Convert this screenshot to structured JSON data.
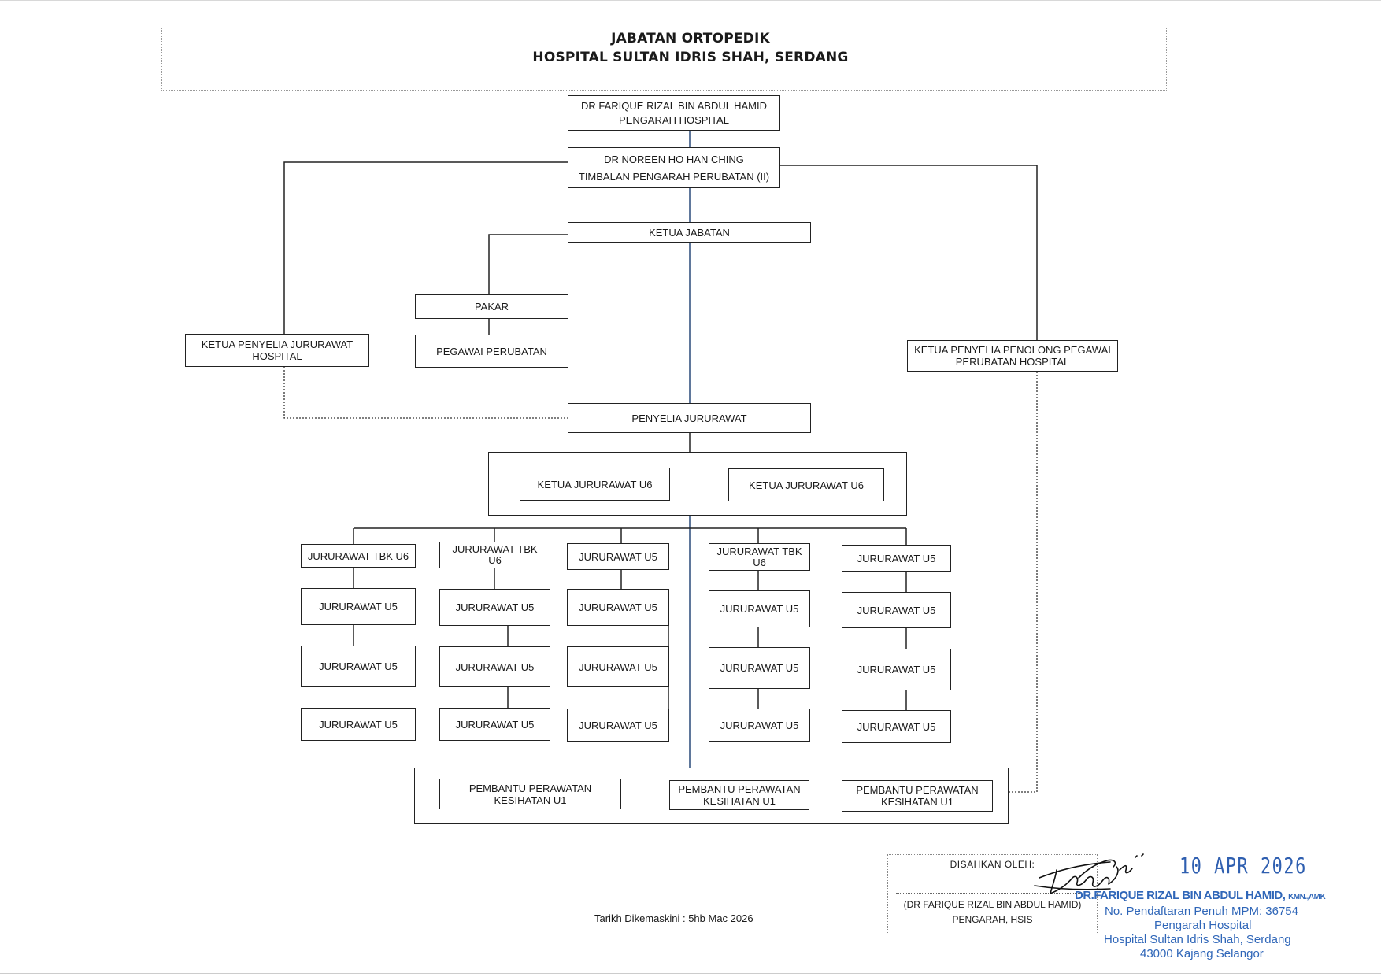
{
  "header": {
    "line1": "JABATAN ORTOPEDIK",
    "line2": "HOSPITAL SULTAN IDRIS SHAH, SERDANG"
  },
  "org": {
    "director": {
      "name": "DR FARIQUE RIZAL BIN ABDUL HAMID",
      "title": "PENGARAH HOSPITAL"
    },
    "deputy": {
      "name": "DR NOREEN HO HAN CHING",
      "title": "TIMBALAN PENGARAH PERUBATAN (II)"
    },
    "head": "KETUA JABATAN",
    "specialist": "PAKAR",
    "medical_officer": "PEGAWAI PERUBATAN",
    "nursing_supervisor_head": {
      "line1": "KETUA PENYELIA JURURAWAT",
      "line2": "HOSPITAL"
    },
    "ama_supervisor_head": {
      "line1": "KETUA PENYELIA PENOLONG PEGAWAI",
      "line2": "PERUBATAN HOSPITAL"
    },
    "nurse_supervisor": "PENYELIA JURURAWAT",
    "head_nurses": [
      "KETUA JURURAWAT U6",
      "KETUA JURURAWAT U6"
    ],
    "columns": [
      [
        "JURURAWAT TBK  U6",
        "JURURAWAT  U5",
        "JURURAWAT   U5",
        "JURURAWAT   U5"
      ],
      [
        "JURURAWAT TBK U6",
        "JURURAWAT  U5",
        "JURURAWAT   U5",
        "JURURAWAT  U5"
      ],
      [
        "JURURAWAT  U5",
        "JURURAWAT  U5",
        "JURURAWAT  U5",
        "JURURAWAT  U5"
      ],
      [
        "JURURAWAT TBK U6",
        "JURURAWAT U5",
        "JURURAWAT U5",
        "JURURAWAT U5"
      ],
      [
        "JURURAWAT U5",
        "JURURAWAT U5",
        "JURURAWAT U5",
        "JURURAWAT U5"
      ]
    ],
    "health_attendants": [
      {
        "line1": "PEMBANTU PERAWATAN",
        "line2": "KESIHATAN U1"
      },
      {
        "line1": "PEMBANTU PERAWATAN",
        "line2": "KESIHATAN U1"
      },
      {
        "line1": "PEMBANTU PERAWATAN",
        "line2": "KESIHATAN U1"
      }
    ]
  },
  "footer": {
    "updated": "Tarikh Dikemaskini : 5hb Mac 2026",
    "approval": {
      "label": "DISAHKAN  OLEH:",
      "name": "(DR FARIQUE RIZAL BIN ABDUL HAMID)",
      "role": "PENGARAH, HSIS"
    }
  },
  "stamp": {
    "date": "10 APR 2026",
    "name": "DR.FARIQUE RIZAL BIN ABDUL HAMID,",
    "honors": "KMN.,AMK",
    "registration": "No. Pendaftaran Penuh MPM: 36754",
    "position": "Pengarah Hospital",
    "hospital": "Hospital Sultan Idris Shah, Serdang",
    "address": "43000 Kajang Selangor"
  }
}
